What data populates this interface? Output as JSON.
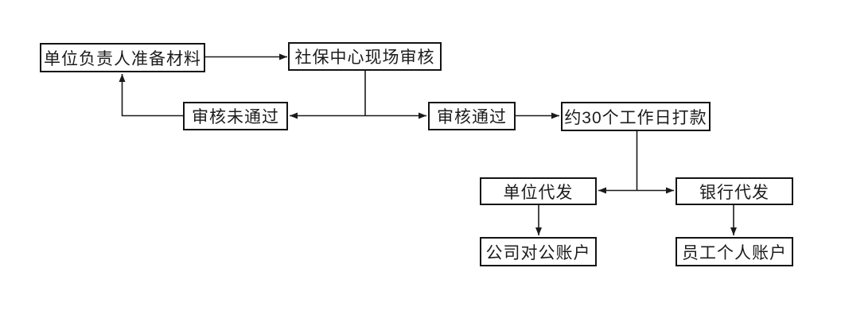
{
  "diagram": {
    "kind": "flowchart",
    "nodes": [
      {
        "id": "prepare-materials",
        "label": "单位负责人准备材料"
      },
      {
        "id": "onsite-review",
        "label": "社保中心现场审核"
      },
      {
        "id": "review-failed",
        "label": "审核未通过"
      },
      {
        "id": "review-passed",
        "label": "审核通过"
      },
      {
        "id": "payment-30-days",
        "label": "约30个工作日打款"
      },
      {
        "id": "company-payout",
        "label": "单位代发"
      },
      {
        "id": "bank-payout",
        "label": "银行代发"
      },
      {
        "id": "company-account",
        "label": "公司对公账户"
      },
      {
        "id": "employee-account",
        "label": "员工个人账户"
      }
    ],
    "edges": [
      {
        "from": "prepare-materials",
        "to": "onsite-review"
      },
      {
        "from": "onsite-review",
        "to": "review-failed"
      },
      {
        "from": "onsite-review",
        "to": "review-passed"
      },
      {
        "from": "review-failed",
        "to": "prepare-materials"
      },
      {
        "from": "review-passed",
        "to": "payment-30-days"
      },
      {
        "from": "payment-30-days",
        "to": "company-payout"
      },
      {
        "from": "payment-30-days",
        "to": "bank-payout"
      },
      {
        "from": "company-payout",
        "to": "company-account"
      },
      {
        "from": "bank-payout",
        "to": "employee-account"
      }
    ],
    "colors": {
      "background": "#ffffff",
      "box_border": "#141414",
      "box_fill": "#ffffff",
      "line": "#1a1a1a",
      "text": "#1c1c1c"
    }
  }
}
